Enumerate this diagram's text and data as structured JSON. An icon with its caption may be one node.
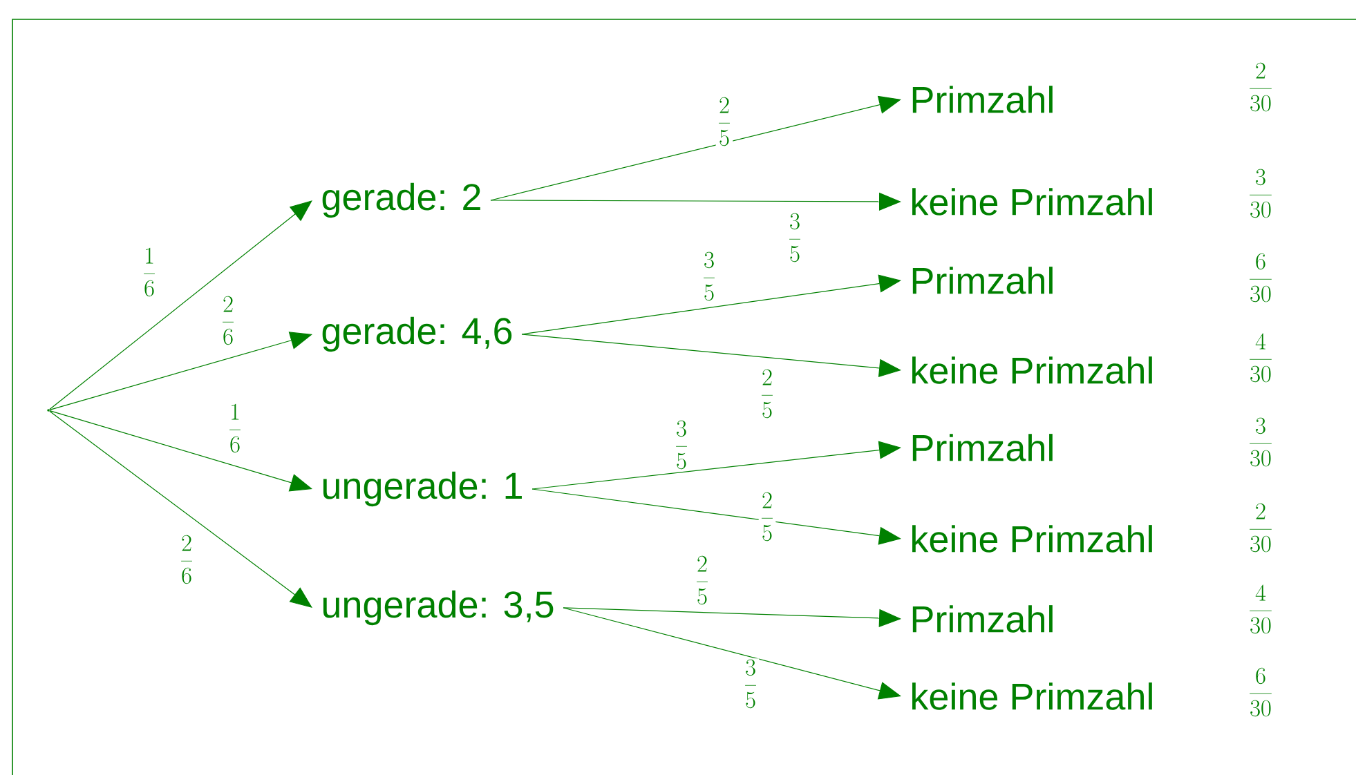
{
  "diagram": {
    "nodes": [
      {
        "text": [],
        "shape": "point"
      },
      {
        "text": [
          "gerade: 2"
        ]
      },
      {
        "text": [
          "gerade: 4,6"
        ]
      },
      {
        "text": [
          "ungerade: 1"
        ]
      },
      {
        "text": [
          "ungerade: 3,5"
        ]
      },
      {
        "text": [
          "Primzahl"
        ],
        "beside": [
          "\\frac{2}{30}"
        ]
      },
      {
        "text": [
          "keine Primzahl"
        ],
        "beside": [
          "\\frac{3}{30}"
        ]
      },
      {
        "text": [
          "Primzahl"
        ],
        "beside": [
          "\\frac{6}{30}"
        ]
      },
      {
        "text": [
          "keine Primzahl"
        ],
        "beside": [
          "\\frac{4}{30}"
        ]
      },
      {
        "text": [
          "Primzahl"
        ],
        "beside": [
          "\\frac{3}{30}"
        ]
      },
      {
        "text": [
          "keine Primzahl"
        ],
        "beside": [
          "\\frac{2}{30}"
        ]
      },
      {
        "text": [
          "Primzahl"
        ],
        "beside": [
          "\\frac{4}{30}"
        ]
      },
      {
        "text": [
          "keine Primzahl"
        ],
        "beside": [
          "\\frac{6}{30}"
        ]
      }
    ],
    "edges": [
      {
        "from": 0,
        "to": 1,
        "arrow": "to",
        "label": "\\frac{1}{6}"
      },
      {
        "from": 0,
        "to": 2,
        "arrow": "to",
        "label": "\\frac{2}{6}"
      },
      {
        "from": 0,
        "to": 3,
        "arrow": "to",
        "label": "\\frac{1}{6}"
      },
      {
        "from": 0,
        "to": 4,
        "arrow": "to",
        "label": "\\frac{2}{6}"
      },
      {
        "from": 1,
        "to": 5,
        "arrow": "to",
        "label": "\\frac{2}{5}"
      },
      {
        "from": 1,
        "to": 6,
        "arrow": "to",
        "label": "\\frac{3}{5}"
      },
      {
        "from": 2,
        "to": 7,
        "arrow": "to",
        "label": "\\frac{3}{5}"
      },
      {
        "from": 2,
        "to": 8,
        "arrow": "to",
        "label": "\\frac{2}{5}"
      },
      {
        "from": 3,
        "to": 9,
        "arrow": "to",
        "label": "\\frac{3}{5}"
      },
      {
        "from": 3,
        "to": 10,
        "arrow": "to",
        "label": "\\frac{2}{5}"
      },
      {
        "from": 4,
        "to": 11,
        "arrow": "to",
        "label": "\\frac{2}{5}"
      },
      {
        "from": 4,
        "to": 12,
        "arrow": "to",
        "label": "\\frac{3}{5}"
      }
    ]
  }
}
